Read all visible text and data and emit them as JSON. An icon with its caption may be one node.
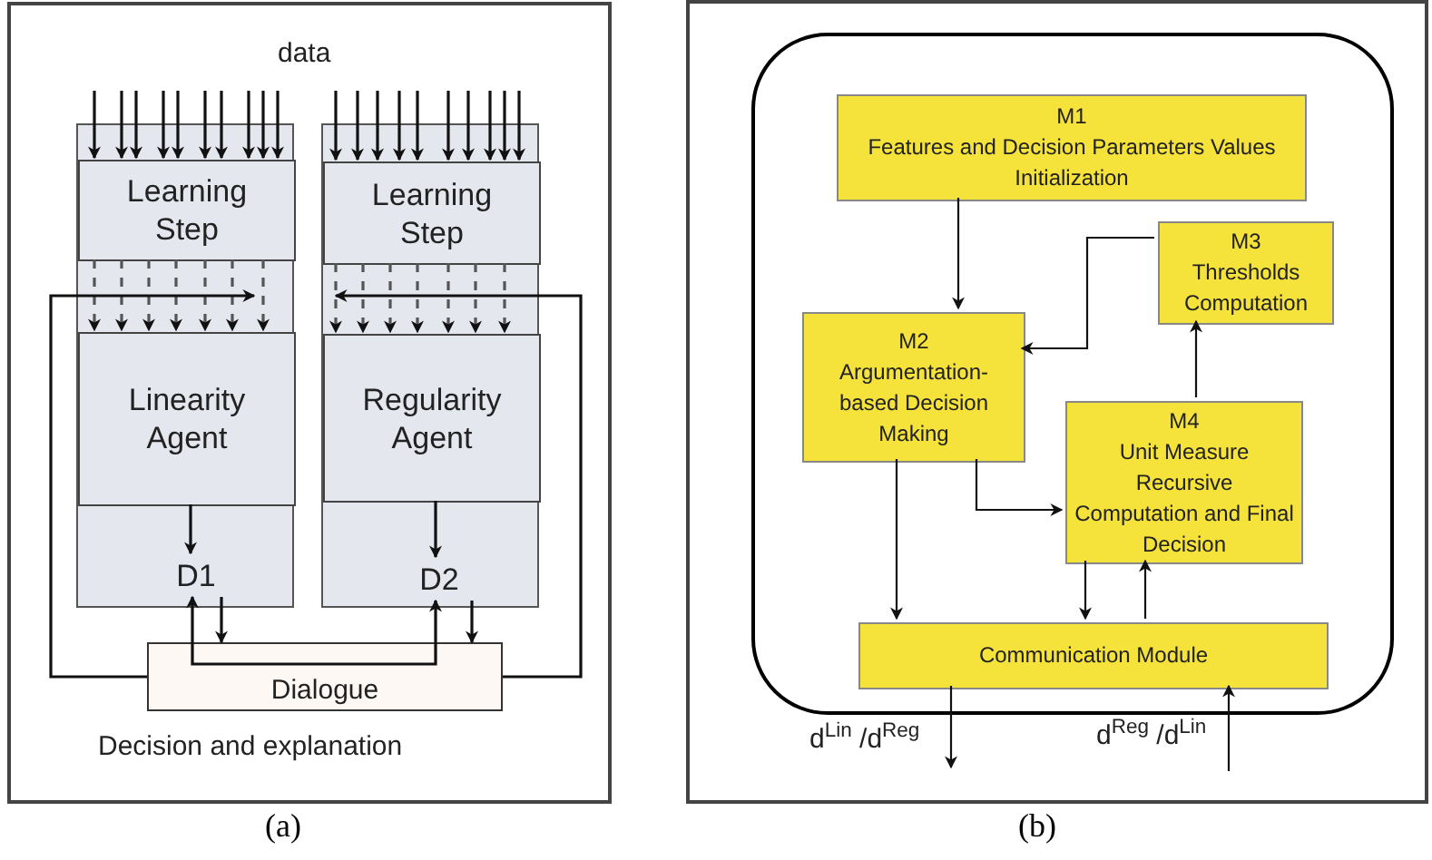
{
  "diagram": {
    "nodes": [
      {
        "text": [],
        "shape": "box"
      },
      {
        "text": [
          "Learning Step"
        ],
        "in": 0
      },
      {
        "text": [
          "Linearity Agent"
        ],
        "in": 0
      },
      {
        "text": [
          "D1"
        ],
        "in": 0
      },
      {
        "text": [],
        "shape": "box"
      },
      {
        "text": [
          "Learning Step"
        ],
        "in": 4
      },
      {
        "text": [
          "Regularity Agent"
        ],
        "in": 4
      },
      {
        "text": [
          "D2"
        ],
        "in": 4
      },
      {
        "text": [
          "Dialogue"
        ]
      },
      {
        "text": [],
        "shape": "box"
      },
      {
        "text": [
          "M1",
          "Features and Decision Parameters Values Initialization"
        ],
        "in": 9
      },
      {
        "text": [
          "M3",
          "Thresholds Computation"
        ],
        "in": 9
      },
      {
        "text": [
          "M2",
          "Argumentation-based Decision Making"
        ],
        "in": 9
      },
      {
        "text": [
          "M4",
          "Unit Measure Recursive Computation and Final Decision"
        ],
        "in": 9
      },
      {
        "text": [
          "Communication Module"
        ],
        "in": 9
      }
    ],
    "edges": [
      {
        "from": null,
        "to": 1,
        "arrow": "to"
      },
      {
        "from": null,
        "to": 1,
        "arrow": "to"
      },
      {
        "from": null,
        "to": 1,
        "arrow": "to"
      },
      {
        "from": null,
        "to": 1,
        "arrow": "to"
      },
      {
        "from": null,
        "to": 1,
        "arrow": "to"
      },
      {
        "from": null,
        "to": 1,
        "arrow": "to"
      },
      {
        "from": null,
        "to": 1,
        "arrow": "to"
      },
      {
        "from": null,
        "to": 1,
        "arrow": "to"
      },
      {
        "from": null,
        "to": 1,
        "arrow": "to"
      },
      {
        "from": null,
        "to": 1,
        "arrow": "to"
      },
      {
        "from": null,
        "to": 5,
        "arrow": "to"
      },
      {
        "from": null,
        "to": 5,
        "arrow": "to"
      },
      {
        "from": null,
        "to": 5,
        "arrow": "to"
      },
      {
        "from": null,
        "to": 5,
        "arrow": "to"
      },
      {
        "from": null,
        "to": 5,
        "arrow": "to"
      },
      {
        "from": null,
        "to": 5,
        "arrow": "to"
      },
      {
        "from": null,
        "to": 5,
        "arrow": "to"
      },
      {
        "from": null,
        "to": 5,
        "arrow": "to"
      },
      {
        "from": null,
        "to": 5,
        "arrow": "to"
      },
      {
        "from": null,
        "to": 5,
        "arrow": "to"
      },
      {
        "from": 1,
        "to": 2,
        "arrow": "to",
        "style": "dashed"
      },
      {
        "from": 1,
        "to": 2,
        "arrow": "to",
        "style": "dashed"
      },
      {
        "from": 1,
        "to": 2,
        "arrow": "to",
        "style": "dashed"
      },
      {
        "from": 1,
        "to": 2,
        "arrow": "to",
        "style": "dashed"
      },
      {
        "from": 1,
        "to": 2,
        "arrow": "to",
        "style": "dashed"
      },
      {
        "from": 1,
        "to": 2,
        "arrow": "to",
        "style": "dashed"
      },
      {
        "from": 1,
        "to": 2,
        "arrow": "to",
        "style": "dashed"
      },
      {
        "from": 5,
        "to": 6,
        "arrow": "to",
        "style": "dashed"
      },
      {
        "from": 5,
        "to": 6,
        "arrow": "to",
        "style": "dashed"
      },
      {
        "from": 5,
        "to": 6,
        "arrow": "to",
        "style": "dashed"
      },
      {
        "from": 5,
        "to": 6,
        "arrow": "to",
        "style": "dashed"
      },
      {
        "from": 5,
        "to": 6,
        "arrow": "to",
        "style": "dashed"
      },
      {
        "from": 5,
        "to": 6,
        "arrow": "to",
        "style": "dashed"
      },
      {
        "from": 5,
        "to": 6,
        "arrow": "to",
        "style": "dashed"
      },
      {
        "from": 2,
        "to": 3,
        "arrow": "to"
      },
      {
        "from": 6,
        "to": 7,
        "arrow": "to"
      },
      {
        "from": 3,
        "to": 8,
        "arrow": "to"
      },
      {
        "from": 8,
        "to": 3,
        "arrow": "to"
      },
      {
        "from": 8,
        "to": 7,
        "arrow": "to"
      },
      {
        "from": 7,
        "to": 8,
        "arrow": "to"
      },
      {
        "from": 8,
        "to": 0,
        "arrow": "to"
      },
      {
        "from": 8,
        "to": 4,
        "arrow": "to"
      },
      {
        "from": 10,
        "to": 12,
        "arrow": "to"
      },
      {
        "from": 11,
        "to": 12,
        "arrow": "to"
      },
      {
        "from": 13,
        "to": 11,
        "arrow": "to"
      },
      {
        "from": 12,
        "to": 13,
        "arrow": "to"
      },
      {
        "from": 12,
        "to": 14,
        "arrow": "to"
      },
      {
        "from": 13,
        "to": 14,
        "arrow": "to"
      },
      {
        "from": 14,
        "to": 13,
        "arrow": "to"
      },
      {
        "from": 14,
        "to": null,
        "arrow": "to",
        "label": "d$^{Lin}$ /d$^{Reg}$"
      },
      {
        "from": null,
        "to": 14,
        "arrow": "to",
        "label": "d$^{Reg}$ /d$^{Lin}$"
      }
    ],
    "labels": [
      "data",
      "Decision and explanation",
      "(a)",
      "(b)"
    ]
  }
}
